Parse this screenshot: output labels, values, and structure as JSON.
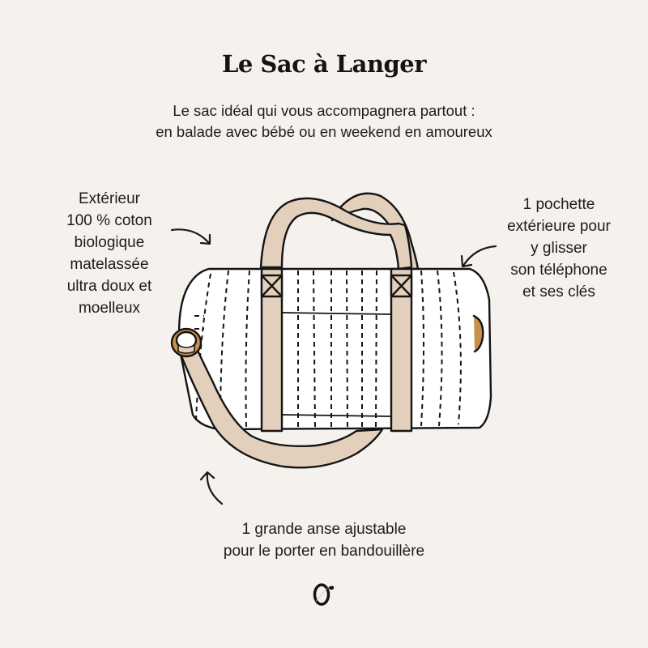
{
  "title": "Le Sac à Langer",
  "subtitle": {
    "lines": [
      "Le sac idéal qui vous accompagnera partout :",
      "en balade avec bébé ou en weekend en amoureux"
    ]
  },
  "annotations": {
    "left": {
      "lines": [
        "Extérieur",
        "100 % coton",
        "biologique",
        "matelassée",
        "ultra doux et",
        "moelleux"
      ],
      "arrow": "curved-arrow-down-right"
    },
    "right": {
      "lines": [
        "1 pochette",
        "extérieure pour",
        "y glisser",
        "son téléphone",
        "et ses clés"
      ],
      "arrow": "curved-arrow-down-left"
    },
    "bottom": {
      "lines": [
        "1 grande anse ajustable",
        "pour le porter en bandouillère"
      ],
      "arrow": "curved-arrow-up"
    }
  },
  "illustration": {
    "subject": "diaper-bag-illustration",
    "colors": {
      "background": "#f5f2ee",
      "bag_body": "#ffffff",
      "strap": "#e2d0bc",
      "ring": "#c8914b",
      "outline": "#141414"
    }
  },
  "logo": {
    "glyph": "Ơ",
    "name": "brand-logo"
  }
}
